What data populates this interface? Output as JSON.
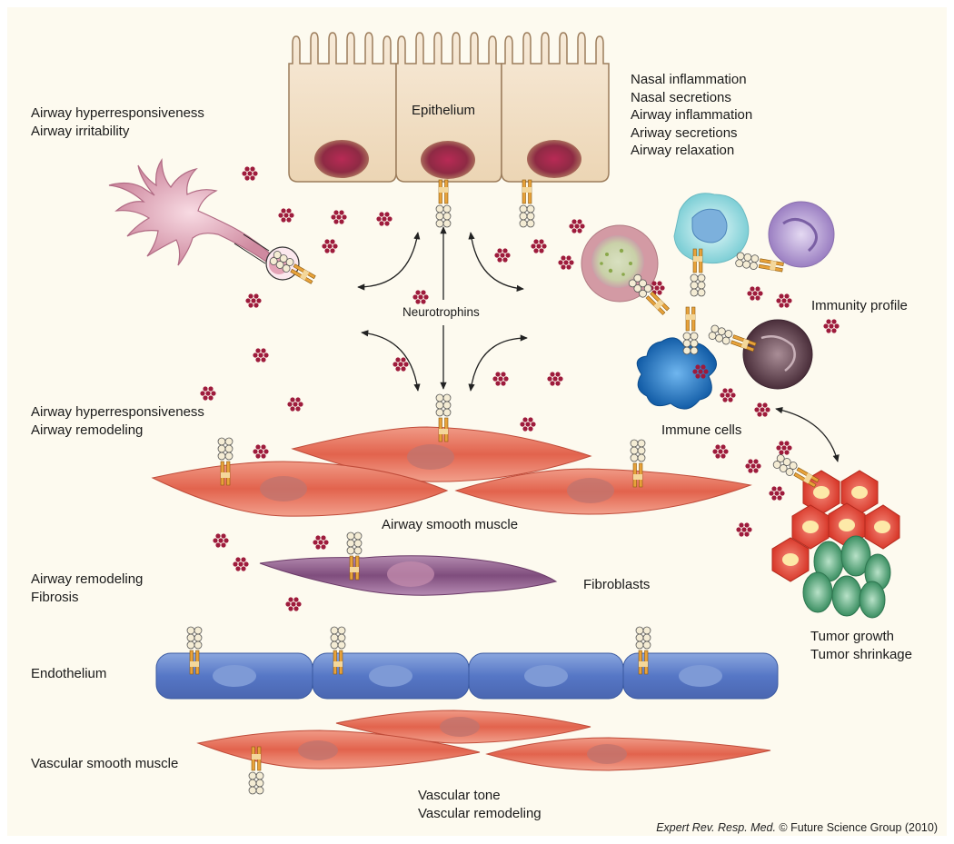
{
  "labels": {
    "epithelium": "Epithelium",
    "neurotrophins": "Neurotrophins",
    "epithelial_effects": [
      "Nasal inflammation",
      "Nasal secretions",
      "Airway inflammation",
      "Ariway secretions",
      "Airway relaxation"
    ],
    "neuron_effects": [
      "Airway hyperresponsiveness",
      "Airway irritability"
    ],
    "smooth_muscle_effects": [
      "Airway hyperresponsiveness",
      "Airway remodeling"
    ],
    "airway_smooth_muscle": "Airway smooth muscle",
    "fibroblast_effects": [
      "Airway remodeling",
      "Fibrosis"
    ],
    "fibroblasts": "Fibroblasts",
    "endothelium": "Endothelium",
    "vascular_smooth_muscle": "Vascular smooth muscle",
    "vascular_effects": [
      "Vascular tone",
      "Vascular remodeling"
    ],
    "immunity_profile": "Immunity profile",
    "immune_cells": "Immune cells",
    "tumor_effects": [
      "Tumor growth",
      "Tumor shrinkage"
    ]
  },
  "credit": {
    "journal": "Expert Rev. Resp. Med.",
    "rest": " © Future Science Group (2010)"
  },
  "colors": {
    "background": "#fdfaef",
    "epithelium": "#f3e2c8",
    "neurotrophin_dot": "#9e1b3c",
    "smooth_muscle": "#e26b55",
    "fibroblast": "#8b5a86",
    "endothelium": "#5b7fcb",
    "neuron": "#d88ea4",
    "tumor_red": "#e24a3a",
    "tumor_green": "#3f9a6c"
  }
}
